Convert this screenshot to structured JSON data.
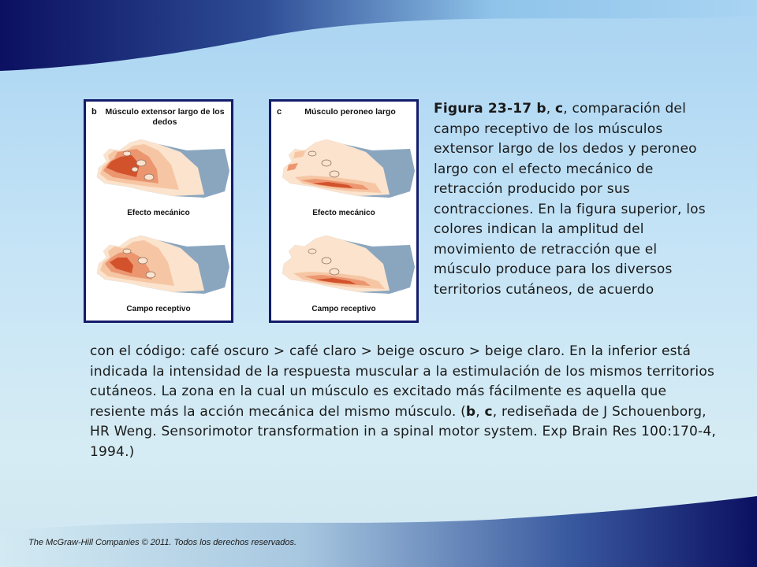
{
  "colors": {
    "navy": "#0b1060",
    "panel_border": "#131c6a",
    "dark_brown": "#d2522c",
    "light_brown": "#ec9670",
    "dark_beige": "#f6c6a4",
    "light_beige": "#fbe3cd",
    "leg_blue": "#8aa6bf"
  },
  "panels": [
    {
      "letter": "b",
      "title": "Músculo extensor largo de los dedos",
      "label_top": "Efecto mecánico",
      "label_bottom": "Campo receptivo"
    },
    {
      "letter": "c",
      "title": "Músculo peroneo largo",
      "label_top": "Efecto mecánico",
      "label_bottom": "Campo receptivo"
    }
  ],
  "caption": {
    "fig_label": "Figura 23-17",
    "fig_letters_1": "b",
    "sep_1": ", ",
    "fig_letters_2": "c",
    "right_text": ", comparación del campo receptivo de los músculos extensor largo de los dedos y peroneo largo con el efecto mecánico de retracción producido por sus contracciones. En la figura superior, los colores indican la amplitud del movimiento de retracción que el músculo produce para los diversos territorios cutáneos, de acuerdo",
    "full_text_1": "con el código: café oscuro > café claro > beige oscuro > beige claro. En la inferior está indicada la intensidad de la respuesta muscular a la estimulación de los mismos territorios cutáneos. La zona en la cual un músculo es excitado más fácilmente es aquella que resiente más la acción mecánica del mismo músculo. (",
    "ref_b": "b",
    "ref_sep": ", ",
    "ref_c": "c",
    "full_text_2": ", rediseñada de J Schouenborg, HR Weng. Sensorimotor transformation in a spinal motor system. Exp Brain Res 100:170-4, 1994.)"
  },
  "footer": "The McGraw-Hill Companies © 2011. Todos los derechos reservados."
}
